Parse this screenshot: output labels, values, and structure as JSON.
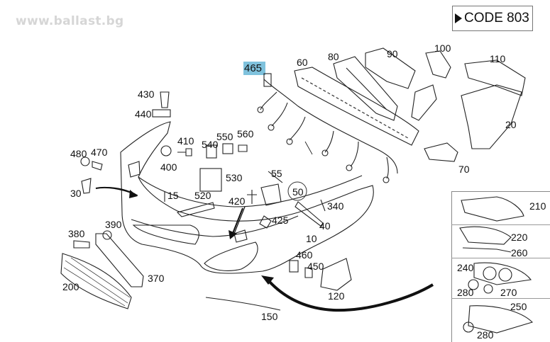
{
  "watermark": "www.ballast.bg",
  "code": "CODE 803",
  "highlight": "465",
  "labels": {
    "p60": "60",
    "p80": "80",
    "p90": "90",
    "p100": "100",
    "p110": "110",
    "p20": "20",
    "p70": "70",
    "p430": "430",
    "p440": "440",
    "p410": "410",
    "p540": "540",
    "p550": "550",
    "p560": "560",
    "p400": "400",
    "p480": "480",
    "p470": "470",
    "p30": "30",
    "p15": "15",
    "p520": "520",
    "p530": "530",
    "p55": "55",
    "p50": "50",
    "p420": "420",
    "p425": "425",
    "p340": "340",
    "p40": "40",
    "p10": "10",
    "p380": "380",
    "p390": "390",
    "p370": "370",
    "p200": "200",
    "p460": "460",
    "p450": "450",
    "p120": "120",
    "p150": "150",
    "p210": "210",
    "p220": "220",
    "p260": "260",
    "p240": "240",
    "p280a": "280",
    "p270": "270",
    "p250": "250",
    "p280b": "280"
  }
}
